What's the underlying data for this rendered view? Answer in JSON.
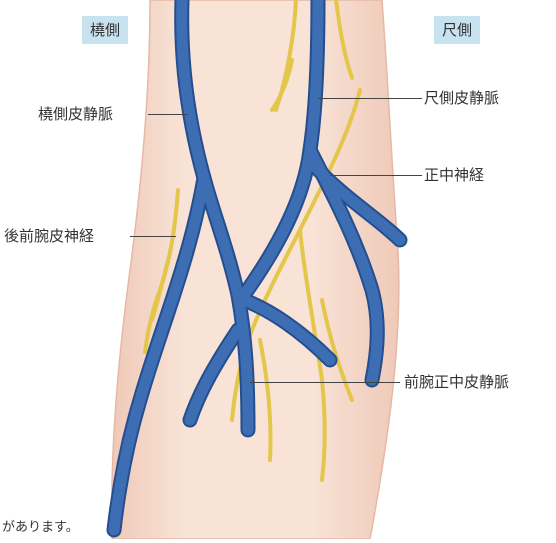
{
  "side_tags": {
    "radial": "橈側",
    "ulnar": "尺側"
  },
  "labels": {
    "cephalic_vein": "橈側皮静脈",
    "basilic_vein": "尺側皮静脈",
    "median_nerve": "正中神経",
    "posterior_antebrachial_cutaneous_nerve": "後前腕皮神経",
    "median_antebrachial_vein": "前腕正中皮静脈"
  },
  "caption": "があります。",
  "colors": {
    "skin": "#f6dccd",
    "skin_edge": "#e5b9a6",
    "vein": "#3d6eb4",
    "vein_edge": "#244e8e",
    "nerve": "#e3c64a",
    "tag_bg": "#c7e3ef"
  }
}
